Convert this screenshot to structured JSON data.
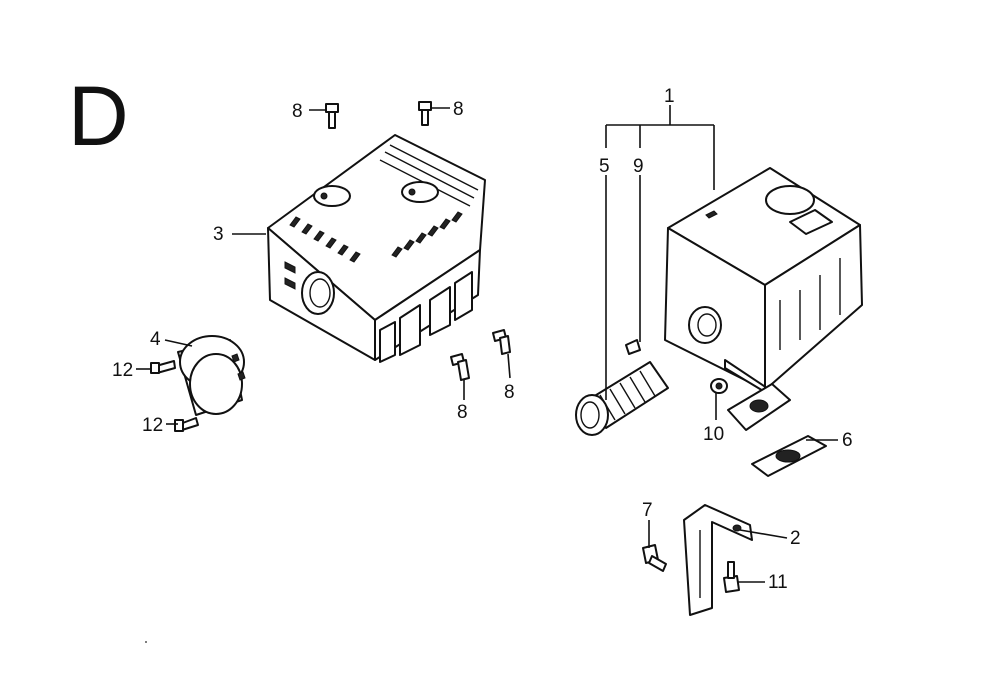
{
  "section_letter": "D",
  "callouts": {
    "c1": "1",
    "c2": "2",
    "c3": "3",
    "c4": "4",
    "c5": "5",
    "c6": "6",
    "c7": "7",
    "c8a": "8",
    "c8b": "8",
    "c8c": "8",
    "c8d": "8",
    "c9": "9",
    "c10": "10",
    "c11": "11",
    "c12a": "12",
    "c12b": "12"
  }
}
